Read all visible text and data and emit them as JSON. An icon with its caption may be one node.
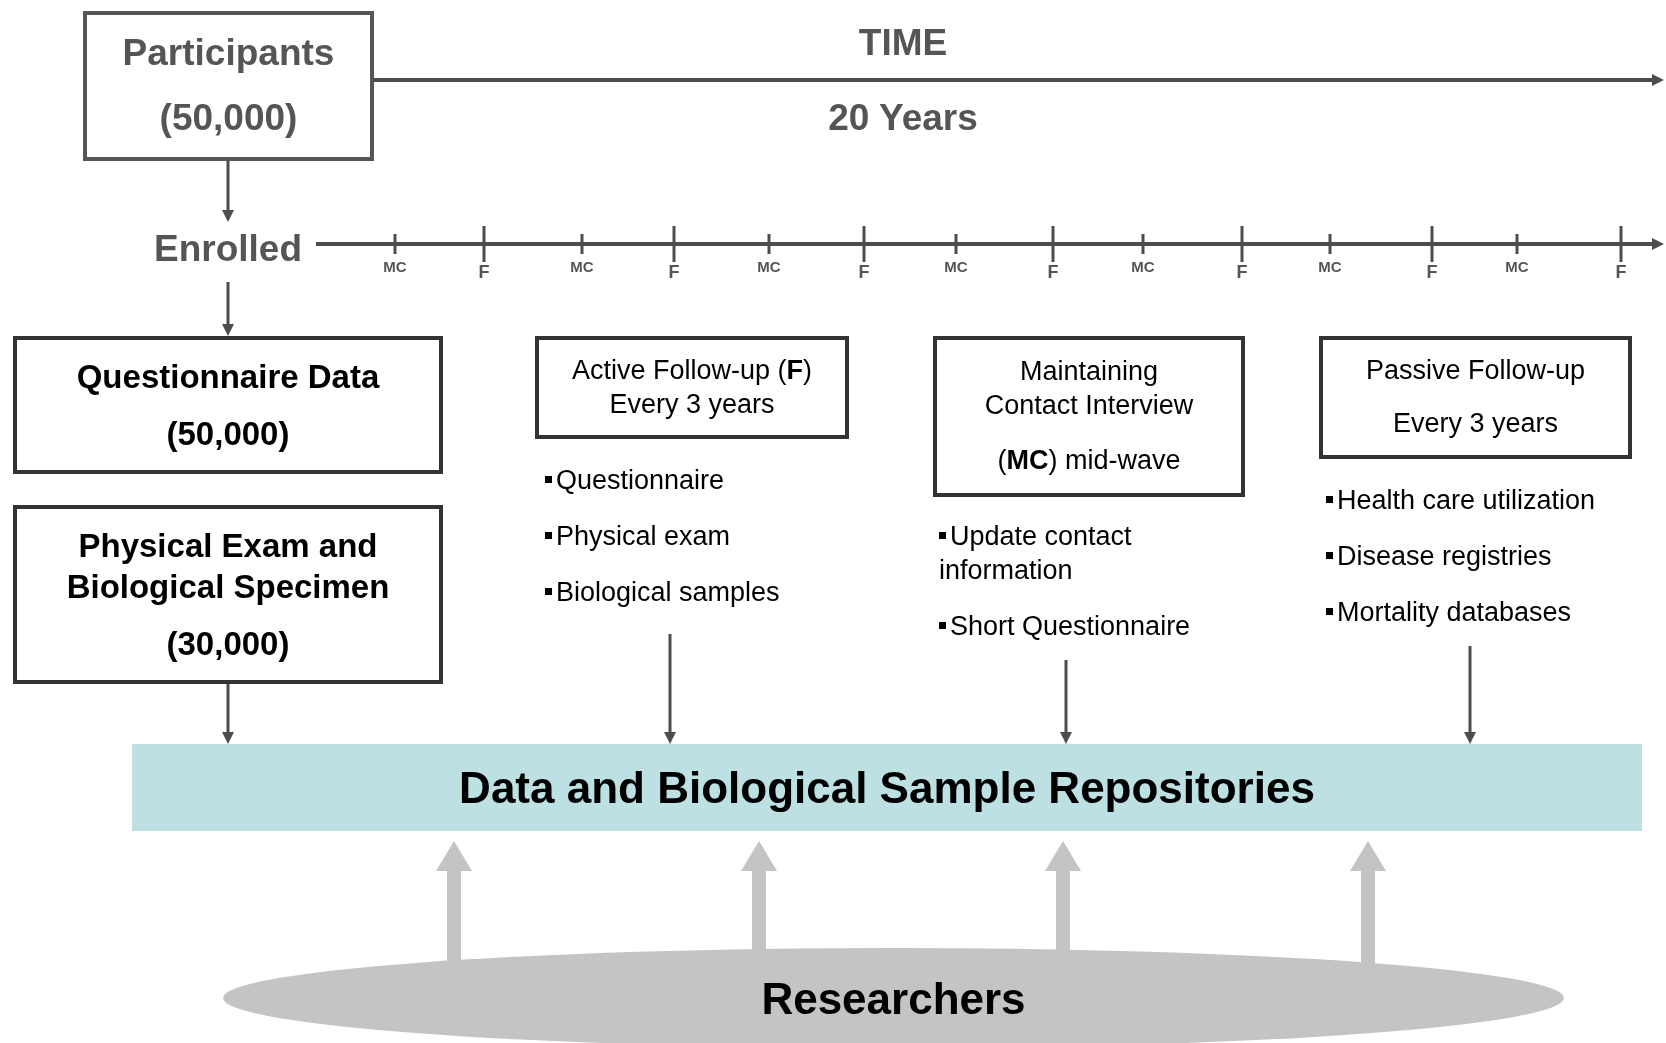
{
  "diagram": {
    "nodes": [
      {
        "text": [
          "Participants",
          "(50,000)"
        ]
      },
      {
        "text": [
          "Enrolled"
        ]
      },
      {
        "text": [
          "Questionnaire Data",
          "(50,000)"
        ]
      },
      {
        "text": [
          "Physical Exam and Biological Specimen",
          "(30,000)"
        ]
      },
      {
        "text": [
          "Active Follow-up (**F**) Every 3 years"
        ]
      },
      {
        "text": [
          "Questionnaire",
          "Physical exam",
          "Biological samples"
        ]
      },
      {
        "text": [
          "Maintaining Contact Interview",
          "(**MC**) mid-wave"
        ]
      },
      {
        "text": [
          "Update contact information",
          "Short Questionnaire"
        ]
      },
      {
        "text": [
          "Passive Follow-up",
          "Every 3 years"
        ]
      },
      {
        "text": [
          "Health care utilization",
          "Disease registries",
          "Mortality databases"
        ]
      },
      {
        "text": [
          "Data and Biological Sample Repositories"
        ]
      },
      {
        "text": [
          "Researchers"
        ]
      }
    ],
    "edges": [
      {
        "from": 0,
        "to": 1,
        "arrow": "to"
      },
      {
        "from": 1,
        "to": 2,
        "arrow": "to"
      },
      {
        "from": 3,
        "to": 10,
        "arrow": "to"
      },
      {
        "from": 5,
        "to": 10,
        "arrow": "to"
      },
      {
        "from": 7,
        "to": 10,
        "arrow": "to"
      },
      {
        "from": 9,
        "to": 10,
        "arrow": "to"
      },
      {
        "from": 11,
        "to": 10,
        "arrow": "to",
        "style": "thick",
        "color": "#c4c4c4"
      },
      {
        "from": 11,
        "to": 10,
        "arrow": "to",
        "style": "thick",
        "color": "#c4c4c4"
      },
      {
        "from": 11,
        "to": 10,
        "arrow": "to",
        "style": "thick",
        "color": "#c4c4c4"
      },
      {
        "from": 11,
        "to": 10,
        "arrow": "to",
        "style": "thick",
        "color": "#c4c4c4"
      },
      {
        "from": 0,
        "to": null,
        "arrow": "to"
      },
      {
        "from": 1,
        "to": null,
        "arrow": "to"
      }
    ],
    "labels": [
      "TIME",
      "20 Years",
      "MC",
      "F",
      "MC",
      "F",
      "MC",
      "F",
      "MC",
      "F",
      "MC",
      "F",
      "MC",
      "F",
      "MC",
      "F"
    ]
  }
}
